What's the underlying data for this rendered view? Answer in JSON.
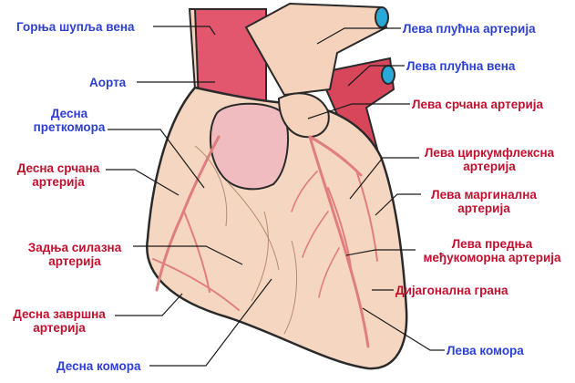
{
  "colors": {
    "vein_label": "#2d3fd0",
    "artery_label": "#c0102e",
    "heart_fill": "#f5d6c0",
    "artery_vessel": "#e07e7e",
    "aorta": "#e0506a",
    "vein_opening": "#2aa8d8"
  },
  "labels": {
    "superior_vena_cava": "Горња шупља вена",
    "aorta": "Аорта",
    "right_atrium": [
      "Десна",
      "преткомора"
    ],
    "right_coronary_artery": [
      "Десна срчана",
      "артерија"
    ],
    "posterior_descending_artery": [
      "Задња силазна",
      "артерија"
    ],
    "right_marginal_artery": [
      "Десна завршна",
      "артерија"
    ],
    "right_ventricle": "Десна комора",
    "left_pulmonary_artery": "Лева плућна артерија",
    "left_pulmonary_vein": "Лева плућна вена",
    "left_coronary_artery": "Лева срчана артерија",
    "left_circumflex_artery": [
      "Лева циркумфлексна",
      "артерија"
    ],
    "left_marginal_artery": [
      "Лева маргинална",
      "артерија"
    ],
    "left_anterior_descending_artery": [
      "Лева предња",
      "међукоморна артерија"
    ],
    "diagonal_branch": "Дијагонална грана",
    "left_ventricle": "Лева комора"
  }
}
